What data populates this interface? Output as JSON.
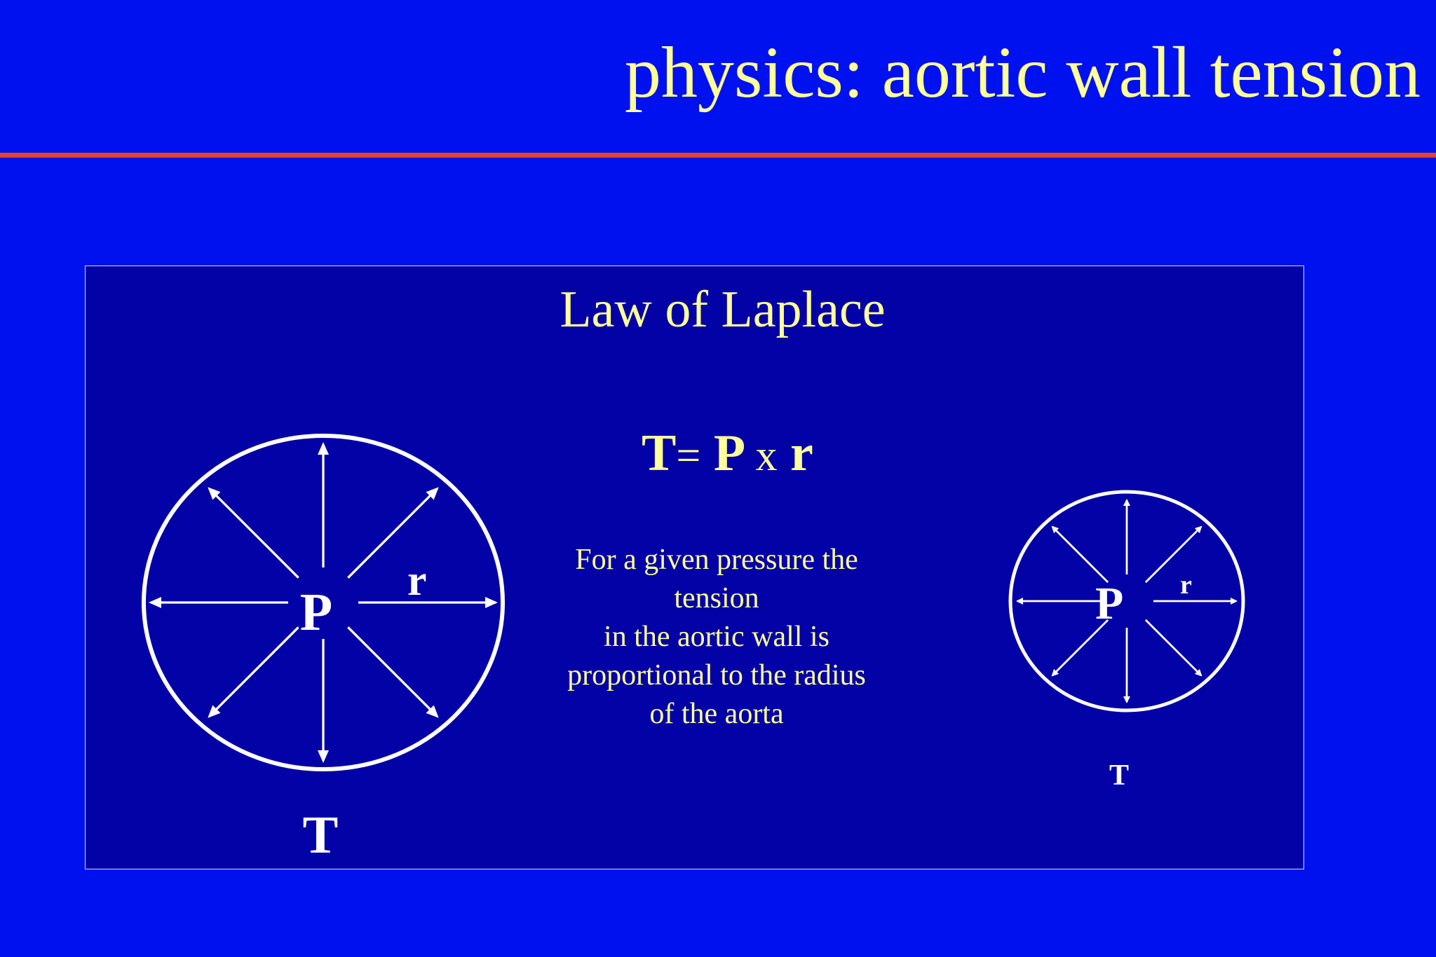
{
  "title": "physics: aortic wall tension",
  "colors": {
    "background": "#0011f0",
    "panel": "#0202a6",
    "title_text": "#ffff99",
    "rule": "#e8402a",
    "drawing": "#ffffff"
  },
  "panel": {
    "heading": "Law of Laplace",
    "formula": {
      "t": "T",
      "equals": "=",
      "p": "P",
      "times": "x",
      "r": "r"
    },
    "description_lines": [
      "For a given pressure the tension",
      "in the aortic wall is",
      "proportional to the radius",
      "of the aorta"
    ]
  },
  "large_vessel": {
    "pressure_label": "P",
    "radius_label": "r",
    "tension_label": "T"
  },
  "small_vessel": {
    "pressure_label": "P",
    "radius_label": "r",
    "tension_label": "T"
  }
}
